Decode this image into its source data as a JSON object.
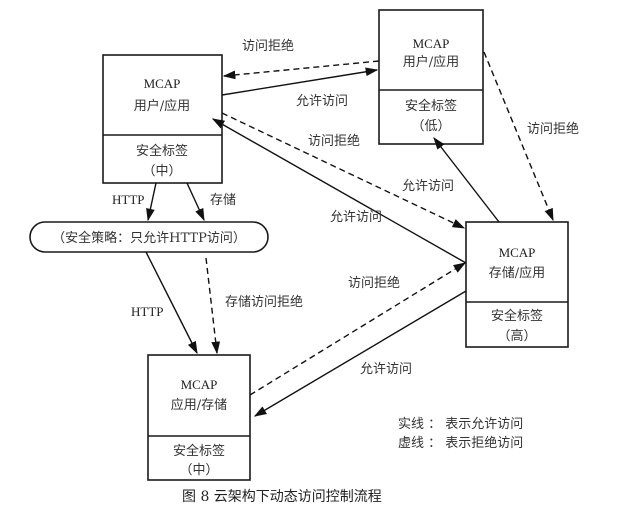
{
  "nodes": {
    "user_app_mid": {
      "title": "MCAP",
      "role": "用户/应用",
      "label_heading": "安全标签",
      "level": "（中）"
    },
    "user_app_low": {
      "title": "MCAP",
      "role": "用户/应用",
      "label_heading": "安全标签",
      "level": "（低）"
    },
    "storage_app_high": {
      "title": "MCAP",
      "role": "存储/应用",
      "label_heading": "安全标签",
      "level": "（高）"
    },
    "app_storage_mid": {
      "title": "MCAP",
      "role": "应用/存储",
      "label_heading": "安全标签",
      "level": "（中）"
    },
    "policy": {
      "text": "（安全策略：只允许HTTP访问）"
    }
  },
  "edges": [
    {
      "from": "user_app_low",
      "to": "user_app_mid",
      "style": "dashed",
      "label": "访问拒绝"
    },
    {
      "from": "user_app_mid",
      "to": "user_app_low",
      "style": "solid",
      "label": "允许访问"
    },
    {
      "from": "user_app_mid",
      "to": "storage_app_high",
      "style": "dashed",
      "label": "访问拒绝"
    },
    {
      "from": "storage_app_high",
      "to": "user_app_mid",
      "style": "solid",
      "label": "允许访问"
    },
    {
      "from": "storage_app_high",
      "to": "user_app_low",
      "style": "solid",
      "label": "允许访问"
    },
    {
      "from": "user_app_low",
      "to": "storage_app_high",
      "style": "dashed",
      "label": "访问拒绝"
    },
    {
      "from": "app_storage_mid",
      "to": "storage_app_high",
      "style": "dashed",
      "label": "访问拒绝"
    },
    {
      "from": "storage_app_high",
      "to": "app_storage_mid",
      "style": "solid",
      "label": "允许访问"
    },
    {
      "from": "user_app_mid",
      "to": "policy",
      "style": "solid",
      "label": "HTTP"
    },
    {
      "from": "user_app_mid",
      "to": "policy",
      "style": "solid",
      "label": "存储"
    },
    {
      "from": "policy",
      "to": "app_storage_mid",
      "style": "solid",
      "label": "HTTP"
    },
    {
      "from": "policy",
      "to": "app_storage_mid",
      "style": "dashed",
      "label": "存储访问拒绝"
    }
  ],
  "legend": {
    "solid": "实线 ：  表示允许访问",
    "dashed": "虚线 ：  表示拒绝访问"
  },
  "caption": "图 8    云架构下动态访问控制流程"
}
